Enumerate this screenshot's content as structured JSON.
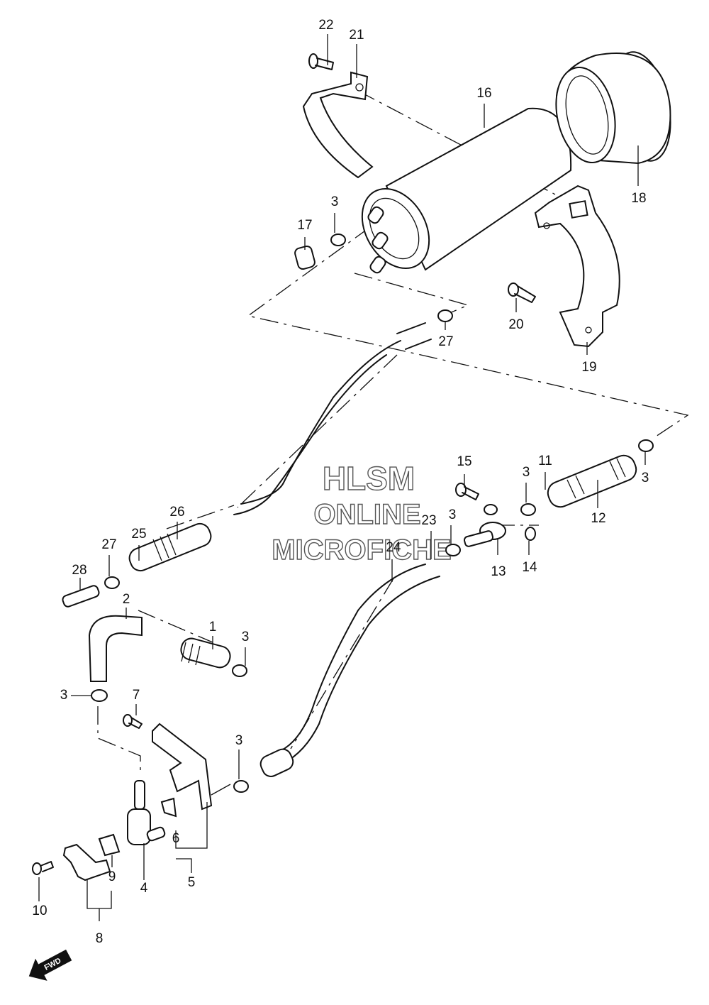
{
  "watermark": {
    "line1": "HLSM",
    "line2": "ONLINE",
    "line3": "MICROFICHE"
  },
  "fwd_label": "FWD",
  "callouts": {
    "c1": "1",
    "c2": "2",
    "c3": "3",
    "c4": "4",
    "c5": "5",
    "c6": "6",
    "c7": "7",
    "c8": "8",
    "c9": "9",
    "c10": "10",
    "c11": "11",
    "c12": "12",
    "c13": "13",
    "c14": "14",
    "c15": "15",
    "c16": "16",
    "c17": "17",
    "c18": "18",
    "c19": "19",
    "c20": "20",
    "c21": "21",
    "c22": "22",
    "c23": "23",
    "c24": "24",
    "c25": "25",
    "c26": "26",
    "c27": "27",
    "c28": "28"
  }
}
